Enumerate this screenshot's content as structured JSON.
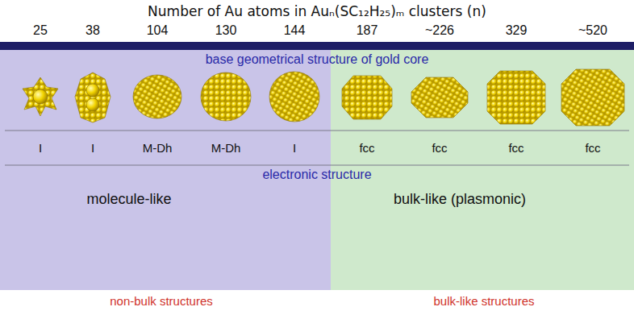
{
  "diagram": {
    "title": "Number of Au atoms in Auₙ(SC₁₂H₂₅)ₘ clusters (n)",
    "nodes": [
      {
        "text": [
          "molecule-like"
        ]
      },
      {
        "text": [
          "bulk-like (plasmonic)"
        ]
      }
    ],
    "labels": [
      "25",
      "38",
      "104",
      "130",
      "144",
      "187",
      "~226",
      "329",
      "~520",
      "base geometrical structure of gold core",
      "I",
      "I",
      "M-Dh",
      "M-Dh",
      "I",
      "fcc",
      "fcc",
      "fcc",
      "fcc",
      "electronic structure",
      "non-bulk structures",
      "bulk-like structures"
    ]
  }
}
